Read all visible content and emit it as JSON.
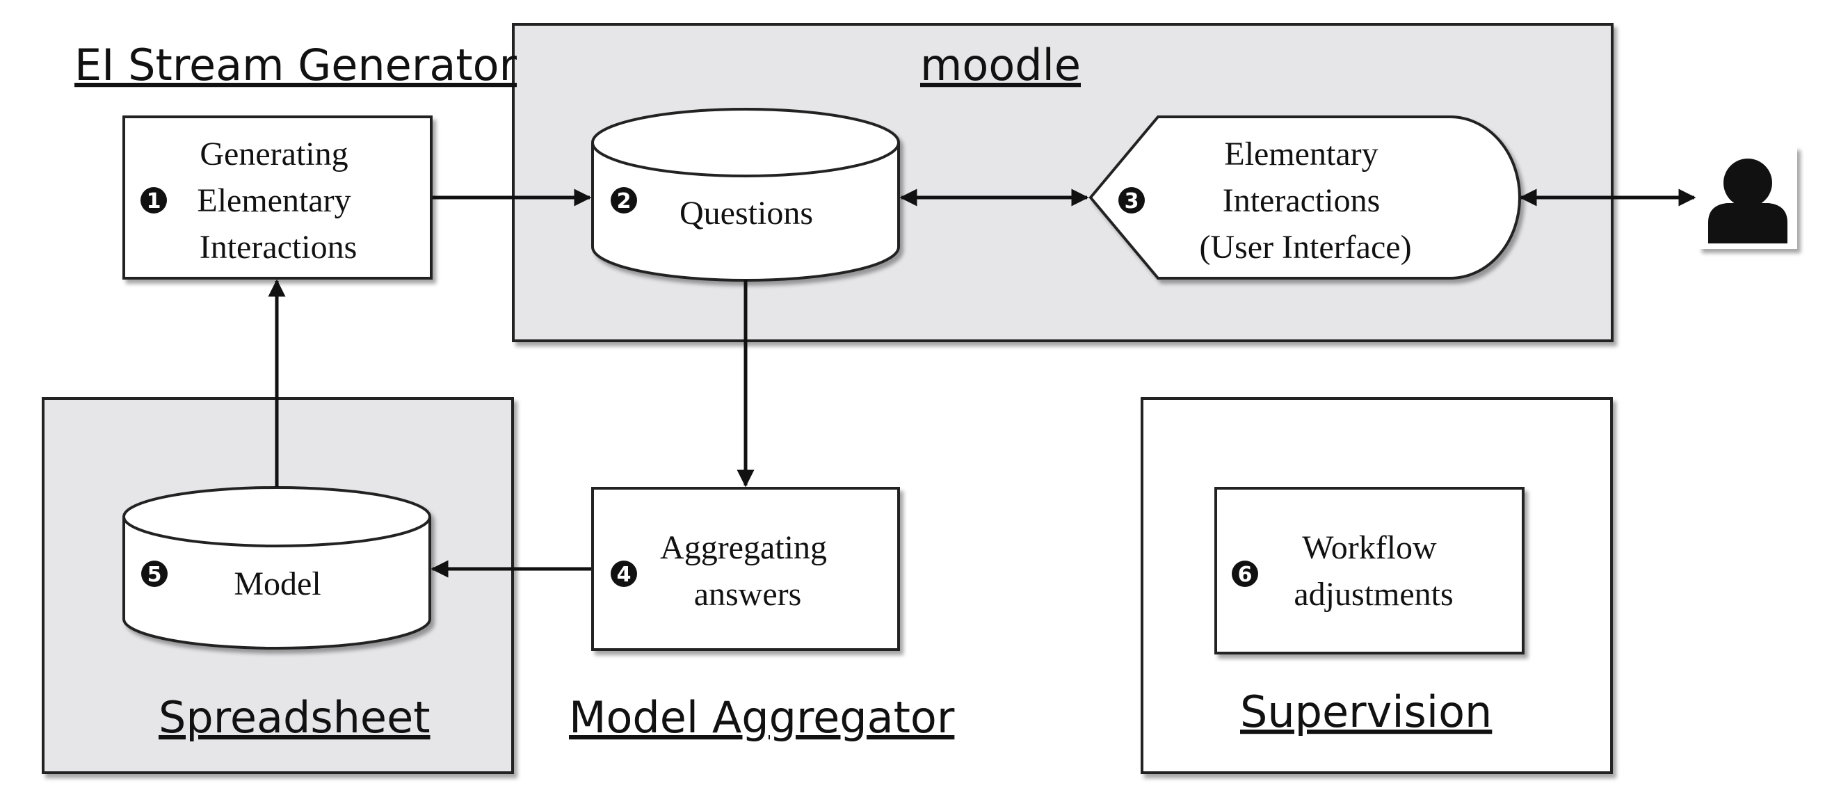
{
  "colors": {
    "container_gray": "#e6e6e9",
    "box_fill": "#ffffff",
    "stroke": "#222222",
    "badge": "#111111"
  },
  "groups": {
    "ei_stream_generator": "EI Stream Generator",
    "moodle": "moodle",
    "spreadsheet": "Spreadsheet",
    "model_aggregator": "Model Aggregator",
    "supervision": "Supervision"
  },
  "nodes": {
    "n1": {
      "number": "1",
      "lines": [
        "Generating",
        "Elementary",
        "Interactions"
      ]
    },
    "n2": {
      "number": "2",
      "lines": [
        "Questions"
      ]
    },
    "n3": {
      "number": "3",
      "lines": [
        "Elementary",
        "Interactions",
        "(User Interface)"
      ]
    },
    "n4": {
      "number": "4",
      "lines": [
        "Aggregating",
        "answers"
      ]
    },
    "n5": {
      "number": "5",
      "lines": [
        "Model"
      ]
    },
    "n6": {
      "number": "6",
      "lines": [
        "Workflow",
        "adjustments"
      ]
    }
  },
  "user_icon": "user-icon"
}
